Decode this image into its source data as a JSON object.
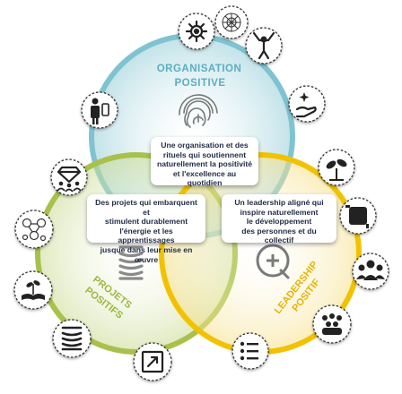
{
  "colors": {
    "blue": "#7fc3d0",
    "green": "#a7c14b",
    "yellow": "#f2c200",
    "blue_text": "#5aaec0",
    "green_text": "#9bb73d",
    "yellow_text": "#e6b400"
  },
  "circles": {
    "top": {
      "title_line1": "ORGANISATION",
      "title_line2": "POSITIVE"
    },
    "left": {
      "title_line1": "PROJETS",
      "title_line2": "POSITIFS"
    },
    "right": {
      "title_line1": "LEADERSHIP",
      "title_line2": "POSITIF"
    }
  },
  "bubbles": {
    "top": "Une organisation et des\nrituels qui soutiennent\nnaturellement la positivité\net l'excellence au quotidien",
    "left": "Des projets qui embarquent et\nstimulent durablement\nl'énergie et les apprentissages\njusque dans leur mise en œuvre",
    "right": "Un leadership aligné qui\ninspire naturellement\nle développement\ndes personnes et du collectif"
  },
  "icons": [
    "gear-network-icon",
    "network-sphere-icon",
    "celebrating-person-icon",
    "hand-sparkle-icon",
    "person-phone-icon",
    "diamond-team-icon",
    "sprouting-plant-icon",
    "molecule-network-icon",
    "framed-square-icon",
    "book-plant-icon",
    "group-people-icon",
    "coil-spring-icon",
    "crowd-icon",
    "expand-arrow-icon",
    "checklist-icon"
  ]
}
